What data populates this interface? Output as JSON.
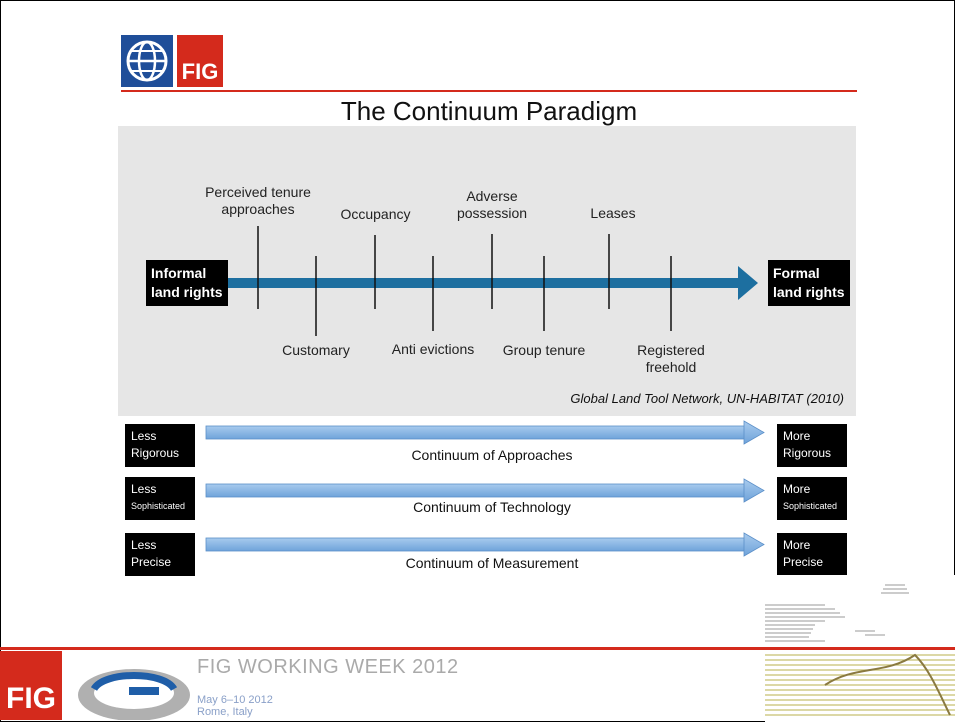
{
  "slide": {
    "title": "The Continuum Paradigm",
    "logo_fig": "FIG",
    "colors": {
      "accent_red": "#d42a1c",
      "arrow_blue": "#1d6fa0",
      "light_arrow": "#7fb2e3",
      "panel_grey": "#e6e6e6",
      "wb_blue": "#1f4e99"
    }
  },
  "diagram": {
    "left_box": [
      "Informal",
      "land rights"
    ],
    "right_box": [
      "Formal",
      "land rights"
    ],
    "top_labels": [
      {
        "lines": [
          "Perceived tenure",
          "approaches"
        ]
      },
      {
        "lines": [
          "Occupancy"
        ]
      },
      {
        "lines": [
          "Adverse",
          "possession"
        ]
      },
      {
        "lines": [
          "Leases"
        ]
      }
    ],
    "bottom_labels": [
      {
        "lines": [
          "Customary"
        ]
      },
      {
        "lines": [
          "Anti evictions"
        ]
      },
      {
        "lines": [
          "Group tenure"
        ]
      },
      {
        "lines": [
          "Registered",
          "freehold"
        ]
      }
    ],
    "source": "Global Land Tool Network, UN-HABITAT (2010)"
  },
  "continua": [
    {
      "left": [
        "Less",
        "Rigorous"
      ],
      "label": "Continuum of Approaches",
      "right": [
        "More",
        "Rigorous"
      ]
    },
    {
      "left": [
        "Less",
        "Sophisticated"
      ],
      "label": "Continuum of Technology",
      "right": [
        "More",
        "Sophisticated"
      ]
    },
    {
      "left": [
        "Less",
        "Precise"
      ],
      "label": "Continuum of Measurement",
      "right": [
        "More",
        "Precise"
      ]
    }
  ],
  "footer": {
    "logo": "FIG",
    "event": "FIG WORKING WEEK 2012",
    "dates": "May 6–10 2012",
    "place": "Rome, Italy"
  }
}
